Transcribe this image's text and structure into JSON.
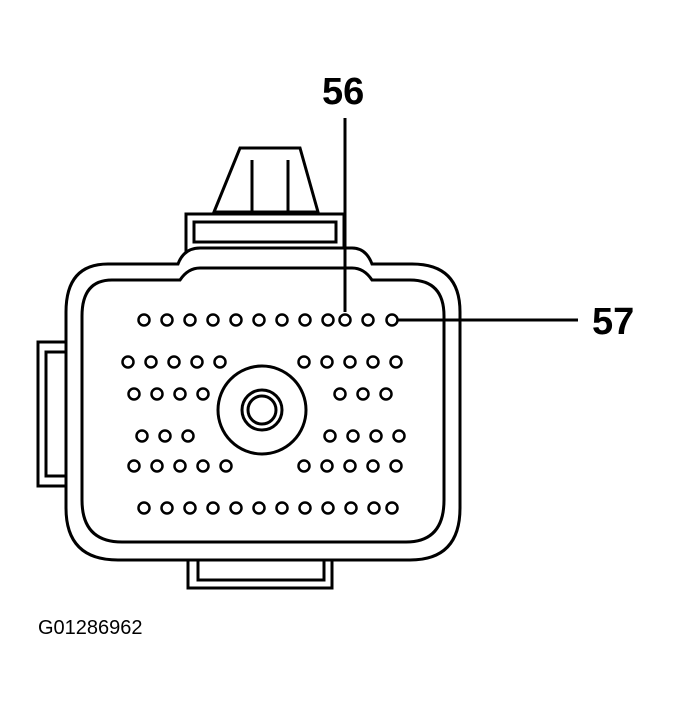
{
  "diagram": {
    "callouts": {
      "pin_56": "56",
      "pin_57": "57"
    },
    "figure_id": "G01286962",
    "colors": {
      "line": "#000000",
      "background": "#ffffff"
    }
  }
}
